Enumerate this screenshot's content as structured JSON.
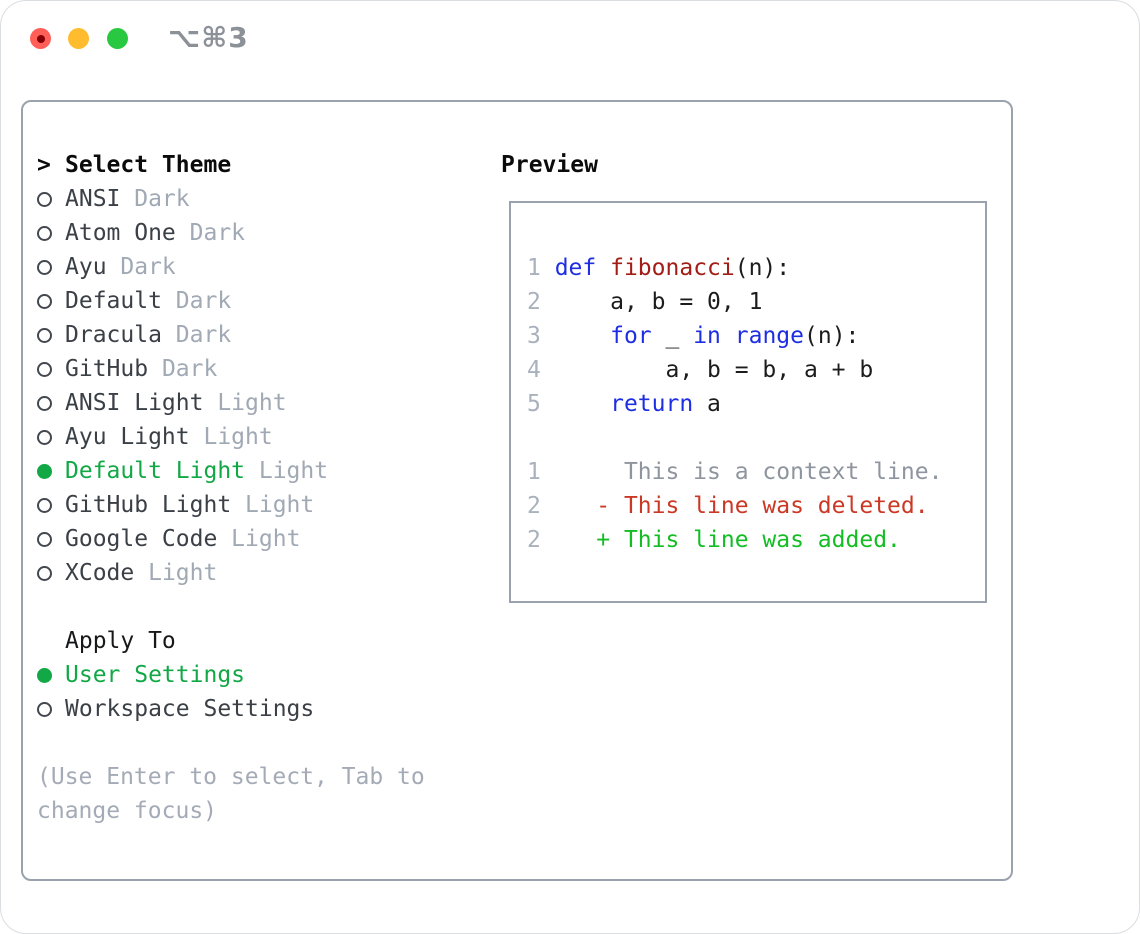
{
  "window": {
    "title": "⌥⌘3",
    "buttons": [
      "close",
      "minimize",
      "zoom"
    ]
  },
  "theme_selector": {
    "prompt": ">",
    "title": "Select Theme",
    "items": [
      {
        "name": "ANSI",
        "variant": "Dark",
        "selected": false
      },
      {
        "name": "Atom One",
        "variant": "Dark",
        "selected": false
      },
      {
        "name": "Ayu",
        "variant": "Dark",
        "selected": false
      },
      {
        "name": "Default",
        "variant": "Dark",
        "selected": false
      },
      {
        "name": "Dracula",
        "variant": "Dark",
        "selected": false
      },
      {
        "name": "GitHub",
        "variant": "Dark",
        "selected": false
      },
      {
        "name": "ANSI Light",
        "variant": "Light",
        "selected": false
      },
      {
        "name": "Ayu Light",
        "variant": "Light",
        "selected": false
      },
      {
        "name": "Default Light",
        "variant": "Light",
        "selected": true
      },
      {
        "name": "GitHub Light",
        "variant": "Light",
        "selected": false
      },
      {
        "name": "Google Code",
        "variant": "Light",
        "selected": false
      },
      {
        "name": "XCode",
        "variant": "Light",
        "selected": false
      }
    ],
    "apply_to": {
      "title": "Apply To",
      "options": [
        {
          "label": "User Settings",
          "selected": true
        },
        {
          "label": "Workspace Settings",
          "selected": false
        }
      ]
    },
    "help_lines": [
      "(Use Enter to select, Tab to",
      "change focus)"
    ]
  },
  "preview": {
    "title": "Preview",
    "code_lines": [
      [
        {
          "t": "1 ",
          "c": "lineno"
        },
        {
          "t": "def",
          "c": "keyword"
        },
        {
          "t": " ",
          "c": "plain"
        },
        {
          "t": "fibonacci",
          "c": "function"
        },
        {
          "t": "(n):",
          "c": "plain"
        }
      ],
      [
        {
          "t": "2 ",
          "c": "lineno"
        },
        {
          "t": "    a, b = 0, 1",
          "c": "plain"
        }
      ],
      [
        {
          "t": "3 ",
          "c": "lineno"
        },
        {
          "t": "    ",
          "c": "plain"
        },
        {
          "t": "for",
          "c": "keyword"
        },
        {
          "t": " _ ",
          "c": "plain"
        },
        {
          "t": "in",
          "c": "keyword"
        },
        {
          "t": " ",
          "c": "plain"
        },
        {
          "t": "range",
          "c": "keyword"
        },
        {
          "t": "(n):",
          "c": "plain"
        }
      ],
      [
        {
          "t": "4 ",
          "c": "lineno"
        },
        {
          "t": "        a, b = b, a + b",
          "c": "plain"
        }
      ],
      [
        {
          "t": "5 ",
          "c": "lineno"
        },
        {
          "t": "    ",
          "c": "plain"
        },
        {
          "t": "return",
          "c": "keyword"
        },
        {
          "t": " a",
          "c": "plain"
        }
      ],
      [],
      [
        {
          "t": "1",
          "c": "lineno"
        },
        {
          "t": "      This is a context line.",
          "c": "context"
        }
      ],
      [
        {
          "t": "2",
          "c": "lineno"
        },
        {
          "t": "    ",
          "c": "plain"
        },
        {
          "t": "- This line was deleted.",
          "c": "deleted"
        }
      ],
      [
        {
          "t": "2",
          "c": "lineno"
        },
        {
          "t": "    ",
          "c": "plain"
        },
        {
          "t": "+ This line was added.",
          "c": "added"
        }
      ]
    ]
  },
  "colors": {
    "accent_green": "#12a846",
    "diff_added": "#15bd25",
    "diff_deleted": "#cb3826",
    "keyword_blue": "#1e2ee2",
    "function_red": "#a21d15",
    "code_text": "#1c1c1e",
    "line_number": "#a9b1bc",
    "context_gray": "#8f959e",
    "item_text": "#3b4047",
    "muted_gray": "#a0a9b4",
    "heading_text": "#0b0b0c",
    "help_gray": "#a4abb6",
    "panel_border": "#9aa3ad",
    "title_gray": "#8c9198",
    "light_red": "#ff5f57",
    "light_red_dot": "#820005",
    "light_yellow": "#febc2e",
    "light_green": "#28c840"
  }
}
